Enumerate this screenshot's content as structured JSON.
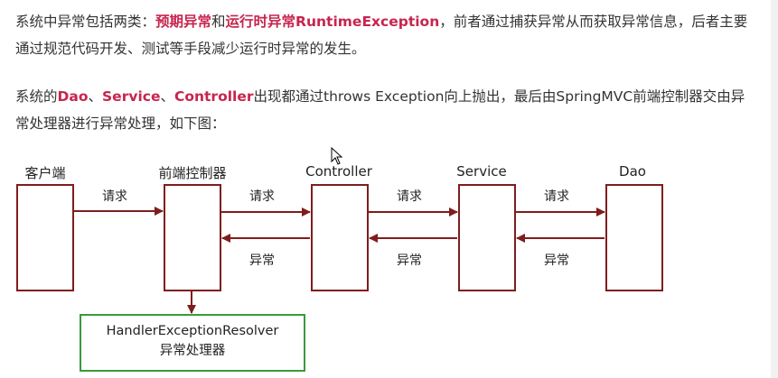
{
  "paragraph1": {
    "part1": "系统中异常包括两类：",
    "highlight1": "预期异常",
    "part2": "和",
    "highlight2": "运行时异常RuntimeException",
    "part3": "，前者通过捕获异常从而获取异常信息，后者主要通过规范代码开发、测试等手段减少运行时异常的发生。"
  },
  "paragraph2": {
    "part1": "系统的",
    "highlight1": "Dao",
    "part2": "、",
    "highlight2": "Service",
    "part3": "、",
    "highlight3": "Controller",
    "part4": "出现都通过throws Exception向上抛出，最后由SpringMVC前端控制器交由异常处理器进行异常处理，如下图："
  },
  "diagram": {
    "nodes": {
      "client": "客户端",
      "front_controller": "前端控制器",
      "controller": "Controller",
      "service": "Service",
      "dao": "Dao"
    },
    "request_label": "请求",
    "exception_label": "异常",
    "handler": {
      "line1": "HandlerExceptionResolver",
      "line2": "异常处理器"
    }
  },
  "colors": {
    "highlight": "#c7254e",
    "box_border": "#7f1d1d",
    "handler_border": "#3a9a3a"
  }
}
